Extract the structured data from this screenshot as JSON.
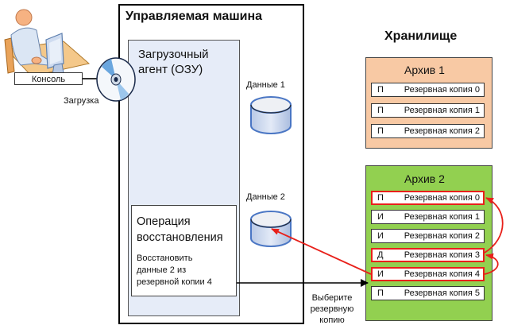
{
  "managed_machine": {
    "title": "Управляемая машина",
    "boot_agent": {
      "title_line1": "Загрузочный",
      "title_line2": "агент (ОЗУ)"
    },
    "recovery_operation": {
      "title_line1": "Операция",
      "title_line2": "восстановления",
      "desc_line1": "Восстановить",
      "desc_line2": "данные 2 из",
      "desc_line3": "резервной копии 4"
    },
    "disks": [
      {
        "label": "Данные 1"
      },
      {
        "label": "Данные 2"
      }
    ]
  },
  "console": {
    "label": "Консоль",
    "boot_label": "Загрузка"
  },
  "storage": {
    "title": "Хранилище",
    "archives": [
      {
        "title": "Архив 1",
        "color": "#f8c9a4",
        "backups": [
          {
            "type": "П",
            "name": "Резервная копия 0",
            "highlighted": false
          },
          {
            "type": "П",
            "name": "Резервная копия 1",
            "highlighted": false
          },
          {
            "type": "П",
            "name": "Резервная копия 2",
            "highlighted": false
          }
        ]
      },
      {
        "title": "Архив 2",
        "color": "#92d050",
        "backups": [
          {
            "type": "П",
            "name": "Резервная копия 0",
            "highlighted": true
          },
          {
            "type": "И",
            "name": "Резервная копия 1",
            "highlighted": false
          },
          {
            "type": "И",
            "name": "Резервная копия 2",
            "highlighted": false
          },
          {
            "type": "Д",
            "name": "Резервная копия 3",
            "highlighted": true
          },
          {
            "type": "И",
            "name": "Резервная копия 4",
            "highlighted": true
          },
          {
            "type": "П",
            "name": "Резервная копия 5",
            "highlighted": false
          }
        ]
      }
    ]
  },
  "arrows": {
    "select_label_line1": "Выберите",
    "select_label_line2": "резервную",
    "select_label_line3": "копию",
    "highlight_color": "#e8201a"
  }
}
